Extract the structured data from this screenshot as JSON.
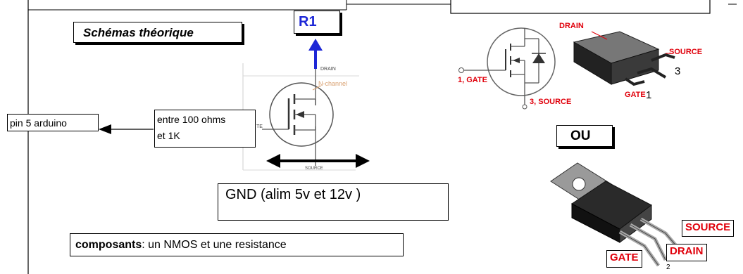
{
  "title_box": {
    "text": "Schémas théorique"
  },
  "r1_box": {
    "text": "R1"
  },
  "pin_box": {
    "text": "pin 5 arduino"
  },
  "resistor_box": {
    "line1": "entre 100 ohms",
    "line2": "et 1K"
  },
  "gnd_box": {
    "text": "GND (alim 5v et 12v )"
  },
  "components_box": {
    "bold": "composants",
    "rest": ": un NMOS et une resistance"
  },
  "ou_box": {
    "text": "OU"
  },
  "mosfet_labels": {
    "drain": "DRAIN",
    "channel": "N-channel",
    "source": "SOURCE",
    "gate": "TE"
  },
  "dpak": {
    "drain": "DRAIN",
    "source": "SOURCE",
    "gate": "GATE",
    "gate_num": "1",
    "source_num": "3",
    "symbol_gate": "1, GATE",
    "symbol_source": "3, SOURCE"
  },
  "to220": {
    "source": "SOURCE",
    "drain": "DRAIN",
    "gate": "GATE",
    "pin2": "2"
  },
  "colors": {
    "accent_blue": "#1d27d6",
    "label_red": "#e0000b"
  }
}
